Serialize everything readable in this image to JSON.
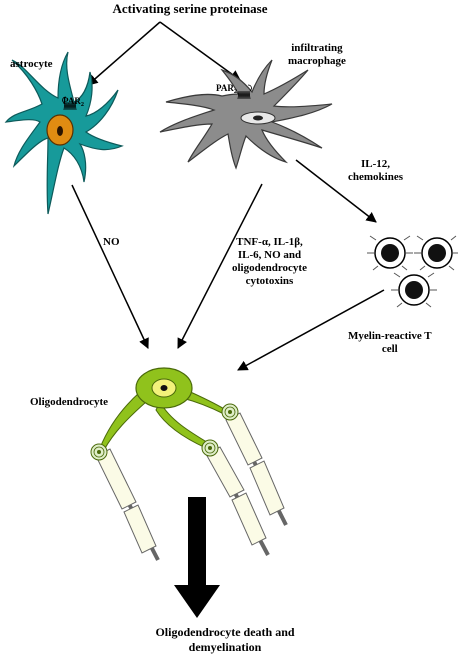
{
  "title": "Activating serine proteinase",
  "labels": {
    "astrocyte": "astrocyte",
    "macrophage_line1": "infiltrating",
    "macrophage_line2": "macrophage",
    "par_astro_main": "PAR",
    "par_astro_sub": "2",
    "par_mac_main": "PAR",
    "par_mac_sub": "2",
    "il12_line1": "IL-12,",
    "il12_line2": "chemokines",
    "no": "NO",
    "tnf_line1": "TNF-α, IL-1β,",
    "tnf_line2": "IL-6, NO and",
    "tnf_line3": "oligodendrocyte",
    "tnf_line4": "cytotoxins",
    "tcell_line1": "Myelin-reactive T",
    "tcell_line2": "cell",
    "oligodendrocyte": "Oligodendrocyte",
    "outcome_line1": "Oligodendrocyte death and",
    "outcome_line2": "demyelination"
  },
  "colors": {
    "astrocyte_fill": "#179a9a",
    "astrocyte_nucleus": "#e08c12",
    "macrophage_fill": "#8c8c8c",
    "oligo_fill": "#90c21c",
    "oligo_nucleus": "#f2f27a",
    "myelin_fill": "#fbfbe6",
    "tcell_nucleus": "#111111",
    "arrow": "#000000"
  }
}
